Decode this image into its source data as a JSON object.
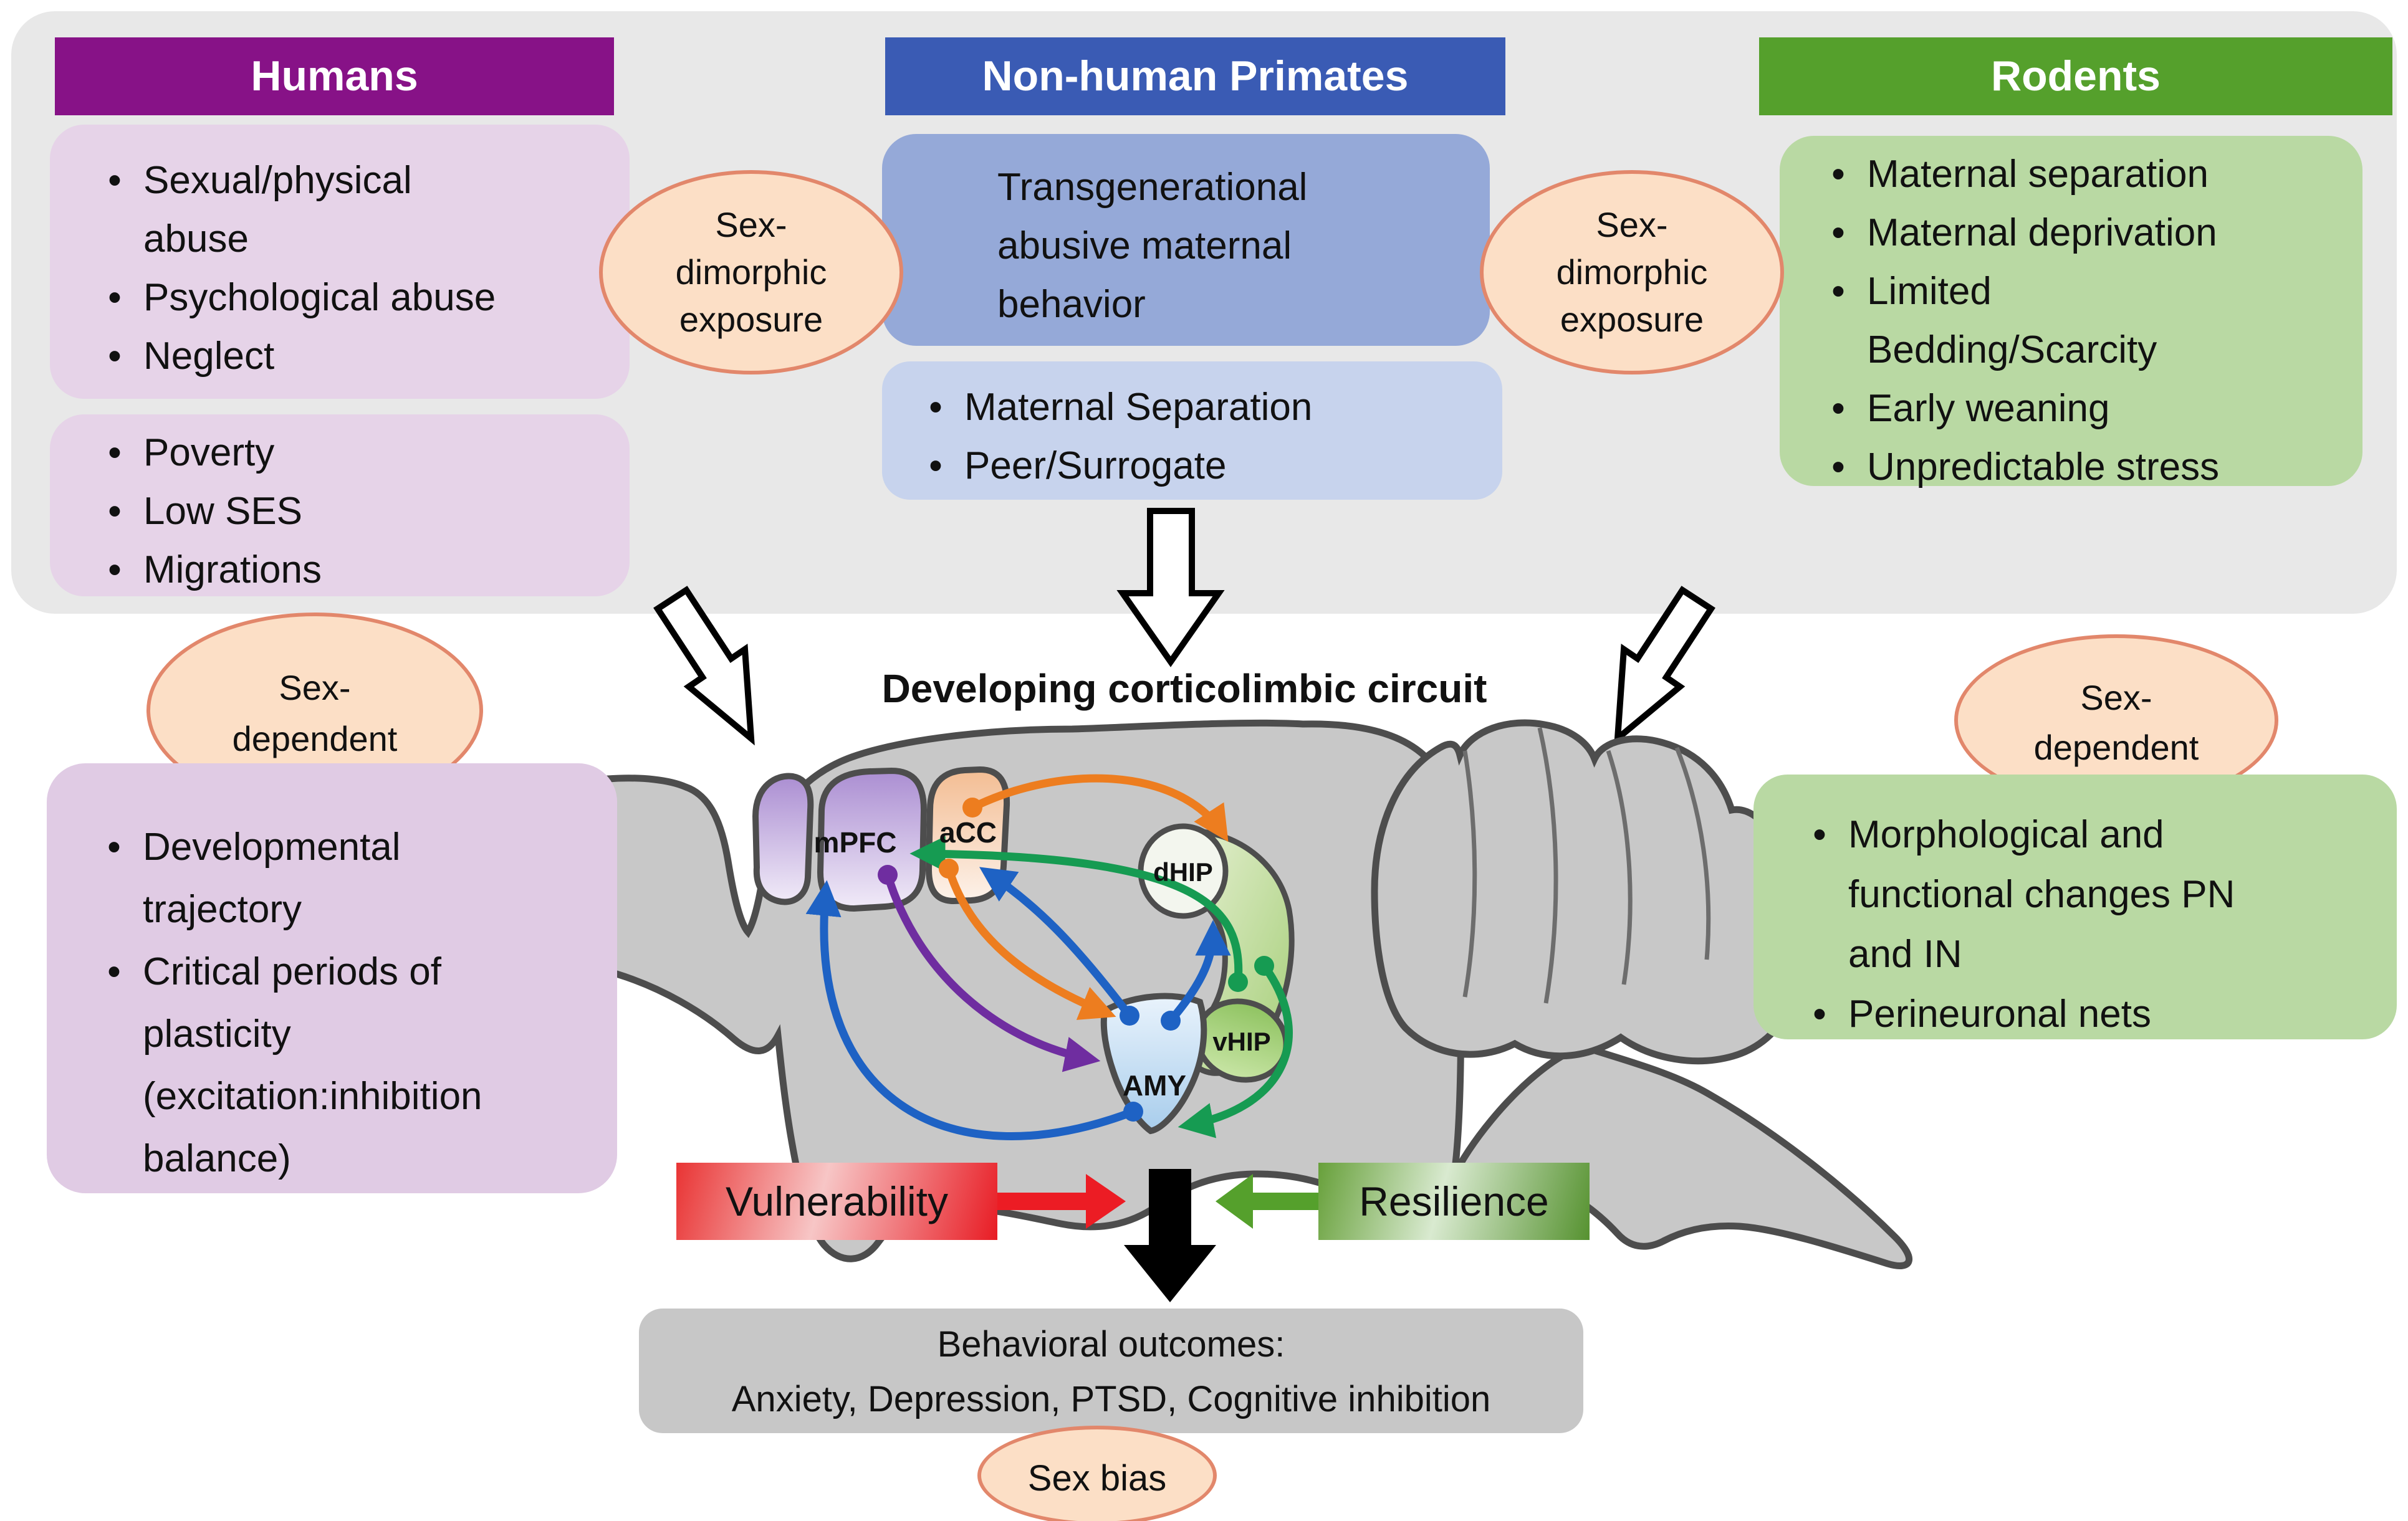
{
  "glyphs": {
    "bullet": "•"
  },
  "colors": {
    "panel_bg": "#e8e8e8",
    "humans_header": "#871287",
    "humans_box": "#e6d3e8",
    "nhp_header": "#3a5bb4",
    "nhp_box1": "#95a9d8",
    "nhp_box2": "#c7d3ed",
    "rodents_header": "#55a02c",
    "green_box": "#b9d9a3",
    "left_mid_box": "#e0cbe4",
    "oval_fill": "#fcdfc6",
    "oval_border": "#e2876b",
    "outcome_box": "#c7c7c7",
    "vulnerability_red": "#ec1c24",
    "resilience_green": "#55a02c",
    "brain_gray": "#c8c8c8",
    "circuit_orange": "#ed7d1f",
    "circuit_blue": "#1e62c4",
    "circuit_green": "#169b52",
    "circuit_purple": "#6f2da0"
  },
  "top_panel": {
    "humans": {
      "header": "Humans",
      "box1_rows": [
        {
          "t": "Sexual/physical"
        },
        {
          "t": "abuse"
        },
        {
          "t": "Psychological abuse"
        },
        {
          "t": "Neglect"
        }
      ],
      "box2_rows": [
        {
          "t": "Poverty"
        },
        {
          "t": "Low SES"
        },
        {
          "t": "Migrations"
        }
      ]
    },
    "nhp": {
      "header": "Non-human Primates",
      "box1_rows": [
        {
          "t": "Transgenerational"
        },
        {
          "t": "abusive maternal"
        },
        {
          "t": "behavior"
        }
      ],
      "box2_rows": [
        {
          "t": "Maternal Separation"
        },
        {
          "t": "Peer/Surrogate"
        }
      ]
    },
    "rodents": {
      "header": "Rodents",
      "box_rows": [
        {
          "t": "Maternal separation"
        },
        {
          "t": "Maternal deprivation"
        },
        {
          "t": "Limited"
        },
        {
          "t": "Bedding/Scarcity"
        },
        {
          "t": "Early weaning"
        },
        {
          "t": "Unpredictable stress"
        }
      ]
    }
  },
  "ovals": {
    "left_exposure": {
      "l1": "Sex-",
      "l2": "dimorphic",
      "l3": "exposure"
    },
    "right_exposure": {
      "l1": "Sex-",
      "l2": "dimorphic",
      "l3": "exposure"
    },
    "left_dependent": {
      "l1": "Sex-",
      "l2": "dependent"
    },
    "right_dependent": {
      "l1": "Sex-",
      "l2": "dependent"
    },
    "sex_bias": {
      "l1": "Sex bias"
    }
  },
  "middle": {
    "title": "Developing corticolimbic circuit",
    "brain_labels": {
      "mpfc": "mPFC",
      "acc": "aCC",
      "dhip": "dHIP",
      "vhip": "vHIP",
      "amy": "AMY"
    },
    "left_box_rows": [
      {
        "t": "Developmental"
      },
      {
        "t": "trajectory"
      },
      {
        "t": "Critical periods of"
      },
      {
        "t": "plasticity"
      },
      {
        "t": "(excitation:inhibition"
      },
      {
        "t": "balance)"
      }
    ],
    "right_box_rows": [
      {
        "t": "Morphological and"
      },
      {
        "t": "functional changes PN"
      },
      {
        "t": "and IN"
      },
      {
        "t": "Perineuronal nets"
      }
    ]
  },
  "bottom": {
    "vulnerability": "Vulnerability",
    "resilience": "Resilience",
    "outcomes_line1": "Behavioral outcomes:",
    "outcomes_line2": "Anxiety, Depression, PTSD, Cognitive inhibition"
  }
}
